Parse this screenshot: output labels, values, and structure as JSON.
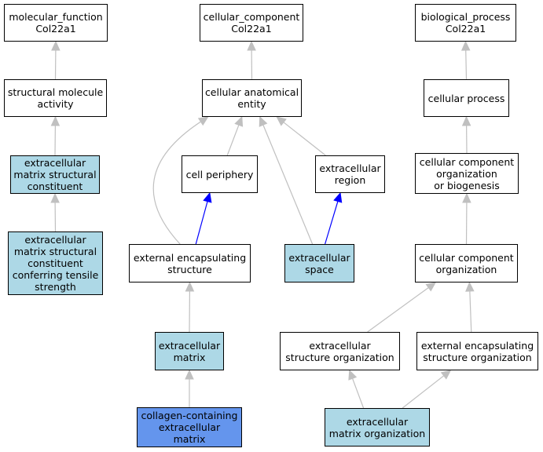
{
  "colors": {
    "plain": "#ffffff",
    "highlight": "#add8e6",
    "focus": "#6495ed",
    "edge_gray": "#c0c0c0",
    "edge_blue": "#0000ff",
    "border": "#000000"
  },
  "nodes": {
    "mf_root": {
      "label": "molecular_function\nCol22a1",
      "fill": "plain"
    },
    "cc_root": {
      "label": "cellular_component\nCol22a1",
      "fill": "plain"
    },
    "bp_root": {
      "label": "biological_process\nCol22a1",
      "fill": "plain"
    },
    "struct_mol_act": {
      "label": "structural molecule\nactivity",
      "fill": "plain"
    },
    "cell_anat_entity": {
      "label": "cellular anatomical\nentity",
      "fill": "plain"
    },
    "cellular_process": {
      "label": "cellular process",
      "fill": "plain"
    },
    "ecm_struct_const": {
      "label": "extracellular\nmatrix structural\nconstituent",
      "fill": "highlight"
    },
    "cell_periphery": {
      "label": "cell periphery",
      "fill": "plain"
    },
    "extracell_region": {
      "label": "extracellular\nregion",
      "fill": "plain"
    },
    "cc_org_biogenesis": {
      "label": "cellular component\norganization\nor biogenesis",
      "fill": "plain"
    },
    "ecm_tensile": {
      "label": "extracellular\nmatrix structural\nconstituent\nconferring tensile\nstrength",
      "fill": "highlight"
    },
    "ext_encap_struct": {
      "label": "external encapsulating\nstructure",
      "fill": "plain"
    },
    "extracell_space": {
      "label": "extracellular\nspace",
      "fill": "highlight"
    },
    "cc_org": {
      "label": "cellular component\norganization",
      "fill": "plain"
    },
    "extracell_matrix": {
      "label": "extracellular\nmatrix",
      "fill": "highlight"
    },
    "extracell_struct_org": {
      "label": "extracellular\nstructure organization",
      "fill": "plain"
    },
    "ext_encap_struct_org": {
      "label": "external encapsulating\nstructure organization",
      "fill": "plain"
    },
    "collagen_ecm": {
      "label": "collagen-containing\nextracellular\nmatrix",
      "fill": "focus"
    },
    "ecm_org": {
      "label": "extracellular\nmatrix organization",
      "fill": "highlight"
    }
  },
  "edges": [
    {
      "from": "struct_mol_act",
      "to": "mf_root",
      "color": "gray"
    },
    {
      "from": "ecm_struct_const",
      "to": "struct_mol_act",
      "color": "gray"
    },
    {
      "from": "ecm_tensile",
      "to": "ecm_struct_const",
      "color": "gray"
    },
    {
      "from": "cell_anat_entity",
      "to": "cc_root",
      "color": "gray"
    },
    {
      "from": "cell_periphery",
      "to": "cell_anat_entity",
      "color": "gray"
    },
    {
      "from": "extracell_region",
      "to": "cell_anat_entity",
      "color": "gray"
    },
    {
      "from": "ext_encap_struct",
      "to": "cell_anat_entity",
      "color": "gray"
    },
    {
      "from": "extracell_space",
      "to": "cell_anat_entity",
      "color": "gray"
    },
    {
      "from": "ext_encap_struct",
      "to": "cell_periphery",
      "color": "blue"
    },
    {
      "from": "extracell_space",
      "to": "extracell_region",
      "color": "blue"
    },
    {
      "from": "extracell_matrix",
      "to": "ext_encap_struct",
      "color": "gray"
    },
    {
      "from": "collagen_ecm",
      "to": "extracell_matrix",
      "color": "gray"
    },
    {
      "from": "cellular_process",
      "to": "bp_root",
      "color": "gray"
    },
    {
      "from": "cc_org_biogenesis",
      "to": "cellular_process",
      "color": "gray"
    },
    {
      "from": "cc_org",
      "to": "cc_org_biogenesis",
      "color": "gray"
    },
    {
      "from": "extracell_struct_org",
      "to": "cc_org",
      "color": "gray"
    },
    {
      "from": "ext_encap_struct_org",
      "to": "cc_org",
      "color": "gray"
    },
    {
      "from": "ecm_org",
      "to": "extracell_struct_org",
      "color": "gray"
    },
    {
      "from": "ecm_org",
      "to": "ext_encap_struct_org",
      "color": "gray"
    }
  ]
}
